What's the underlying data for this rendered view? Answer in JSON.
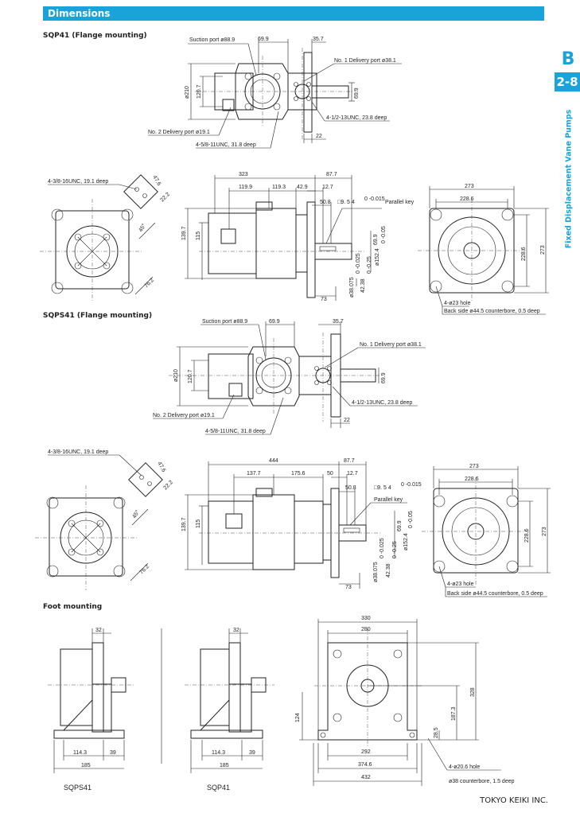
{
  "header": {
    "title": "Dimensions"
  },
  "tab": {
    "letter": "B",
    "number": "2-8",
    "side_label": "Fixed Displacement Vane Pumps"
  },
  "sections": {
    "sqp41": "SQP41 (Flange mounting)",
    "sqps41": "SQPS41 (Flange mounting)",
    "foot": "Foot mounting"
  },
  "sqp41": {
    "suction": "Suction port ø88.9",
    "d1": "69.9",
    "d2": "35.7",
    "delivery1": "No. 1 Delivery port ø38.1",
    "phi210": "ø210",
    "d120": "120.7",
    "d69": "69.9",
    "delivery2": "No. 2 Delivery port ø19.1",
    "unc1": "4-1/2-13UNC, 23.8 deep",
    "unc2": "4-5/8-11UNC, 31.8 deep",
    "d22": "22"
  },
  "sqp41_side": {
    "unc": "4-3/8-16UNC, 19.1 deep",
    "a476": "47.6",
    "a222": "22.2",
    "a45": "45°",
    "a762": "76.2",
    "d323": "323",
    "d877": "87.7",
    "d1199": "119.9",
    "d1193": "119.3",
    "d429": "42.9",
    "d127": "12.7",
    "d508": "50.8",
    "key_sym": "□9. 5 4",
    "key_tol": "0 -0.015",
    "key": "Parallel key",
    "d1397": "139.7",
    "d115": "115",
    "d1524": "ø152.4",
    "d1524t": "0 -0.05",
    "d38": "ø38.075",
    "d38t": "0 -0.025",
    "d4238": "42.38",
    "d4238t": "0 -0.25",
    "d699": "69.9",
    "d73": "73",
    "d273": "273",
    "d2286": "228.6",
    "d2286v": "228.6",
    "d273v": "273",
    "hole": "4-ø23 hole",
    "counter": "Back side ø44.5 counterbore, 0.5 deep"
  },
  "sqps41": {
    "suction": "Suction port ø88.9",
    "d1": "69.9",
    "d2": "35.7",
    "delivery1": "No. 1 Delivery port ø38.1",
    "phi210": "ø210",
    "d120": "120.7",
    "d69": "69.9",
    "delivery2": "No. 2 Delivery port ø19.1",
    "unc1": "4-1/2-13UNC, 23.8 deep",
    "unc2": "4-5/8-11UNC, 31.8 deep",
    "d22": "22"
  },
  "sqps41_side": {
    "unc": "4-3/8-16UNC, 19.1 deep",
    "a476": "47.6",
    "a222": "22.2",
    "a45": "45°",
    "a762": "76.2",
    "d444": "444",
    "d877": "87.7",
    "d1377": "137.7",
    "d1756": "175.6",
    "d50": "50",
    "d127": "12.7",
    "d508": "50.8",
    "key_sym": "□9. 5 4",
    "key_tol": "0 -0.015",
    "key": "Parallel key",
    "d1397": "139.7",
    "d115": "115",
    "d1524": "ø152.4",
    "d1524t": "0 -0.05",
    "d38": "ø38.075",
    "d38t": "0 -0.025",
    "d4238": "42.38",
    "d4238t": "0 -0.25",
    "d699": "69.9",
    "d73": "73",
    "d273": "273",
    "d2286": "228.6",
    "d2286v": "228.6",
    "d273v": "273",
    "hole": "4-ø23 hole",
    "counter": "Back side ø44.5 counterbore, 0.5 deep"
  },
  "foot": {
    "d32a": "32",
    "d1143a": "114.3",
    "d39a": "39",
    "d185a": "185",
    "name_a": "SQPS41",
    "d32b": "32",
    "d1143b": "114.3",
    "d39b": "39",
    "d185b": "185",
    "name_b": "SQP41",
    "d330": "330",
    "d280": "280",
    "d124": "124",
    "d292": "292",
    "d3746": "374.6",
    "d432": "432",
    "d328": "328",
    "d1873": "187.3",
    "d285": "28.5",
    "hole": "4-ø20.6 hole",
    "counter": "ø38 counterbore, 1.5 deep"
  },
  "footer": {
    "company": "TOKYO KEIKI INC."
  }
}
